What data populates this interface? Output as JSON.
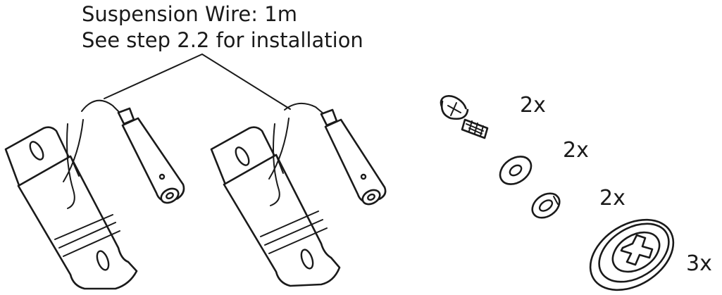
{
  "caption": {
    "line1": "Suspension Wire: 1m",
    "line2": "See step 2.2 for installation"
  },
  "parts": {
    "screw_qty": "2x",
    "washer_qty": "2x",
    "lock_washer_qty": "2x",
    "cover_cap_qty": "3x"
  },
  "colors": {
    "line": "#1a1a1a",
    "background": "#ffffff"
  },
  "icons": [
    "bracket-left-icon",
    "bracket-right-icon",
    "screw-icon",
    "flat-washer-icon",
    "spring-lock-washer-icon",
    "cover-cap-icon"
  ]
}
